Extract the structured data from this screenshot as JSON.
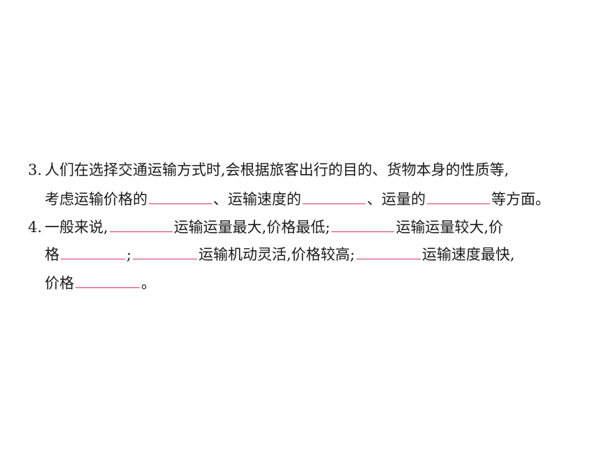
{
  "q3": {
    "number": "3.",
    "line1": "人们在选择交通运输方式时,会根据旅客出行的目的、货物本身的性质等,",
    "line2_a": "考虑运输价格的",
    "line2_b": "、运输速度的",
    "line2_c": "、运量的",
    "line2_d": "等方面。"
  },
  "q4": {
    "number": "4.",
    "line1_a": "一般来说,",
    "line1_b": "运输运量最大,价格最低;",
    "line1_c": "运输运量较大,价",
    "line2_a": "格",
    "line2_b": ";",
    "line2_c": "运输机动灵活,价格较高;",
    "line2_d": "运输速度最快,",
    "line3_a": "价格",
    "line3_b": "。"
  },
  "colors": {
    "text": "#1a1a1a",
    "blank_underline": "#d0306e"
  }
}
